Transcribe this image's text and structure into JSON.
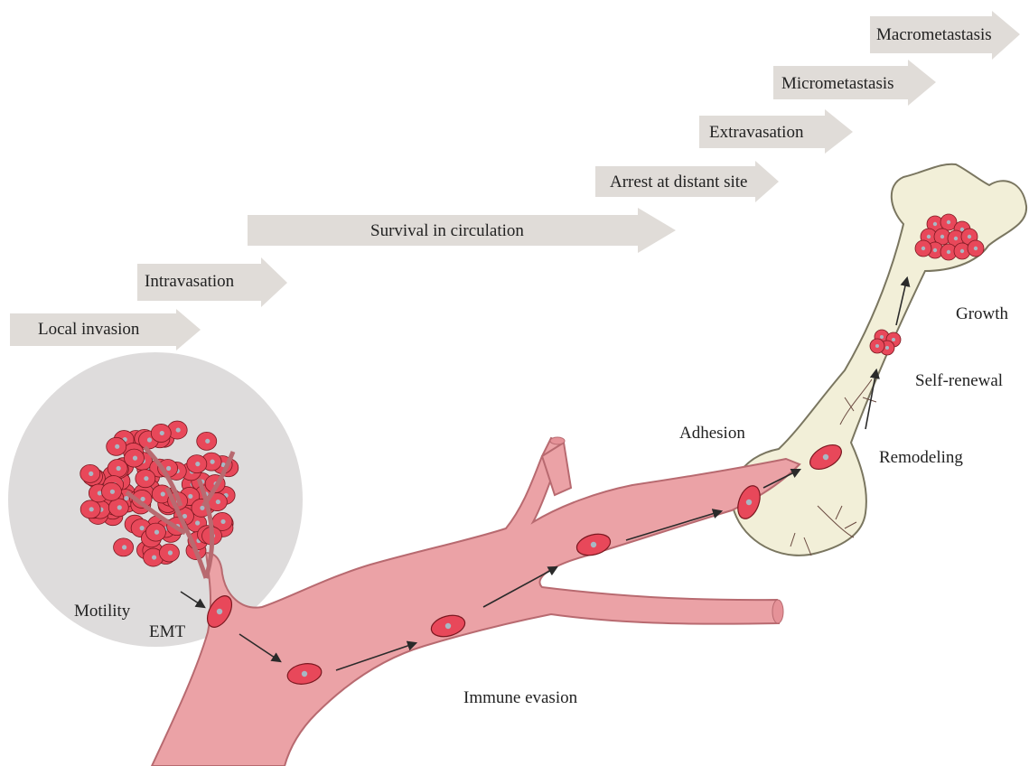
{
  "stages": [
    "Local invasion",
    "Intravasation",
    "Survival in circulation",
    "Arrest at distant site",
    "Extravasation",
    "Micrometastasis",
    "Macrometastasis"
  ],
  "labels": {
    "motility": "Motility",
    "emt": "EMT",
    "immune_evasion": "Immune evasion",
    "adhesion": "Adhesion",
    "remodeling": "Remodeling",
    "self_renewal": "Self-renewal",
    "growth": "Growth"
  },
  "colors": {
    "arrow_fill": "#e0dcd8",
    "vessel": "#eba2a6",
    "vessel_edge": "#b86a70",
    "cell": "#e8485a",
    "cell_edge": "#7a1820",
    "nucleus": "#a8b8c4",
    "bone": "#f2efd8",
    "bone_edge": "#7a7660",
    "tumor_bg": "#dedcdc"
  }
}
